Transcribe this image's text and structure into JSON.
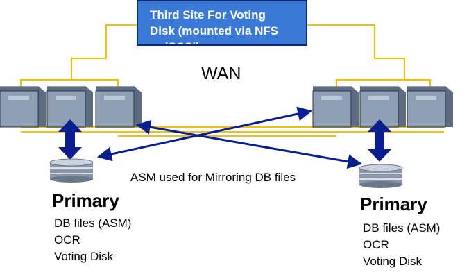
{
  "site_box": {
    "line1": "Third Site For Voting",
    "line2": "Disk (mounted via NFS",
    "line3": "or iSCSI)"
  },
  "wan_label": "WAN",
  "asm_label": "ASM used for Mirroring DB files",
  "left_site": {
    "title": "Primary",
    "details": [
      "DB files (ASM)",
      "OCR",
      "Voting Disk"
    ]
  },
  "right_site": {
    "title": "Primary",
    "details": [
      "DB files (ASM)",
      "OCR",
      "Voting Disk"
    ]
  },
  "colors": {
    "box_fill": "#3a7ad6",
    "box_border": "#0b2a7a",
    "network_line": "#f2c200",
    "arrow": "#0a1f8f",
    "server_front": "#8fa0b4",
    "server_side": "#5d6c80"
  }
}
